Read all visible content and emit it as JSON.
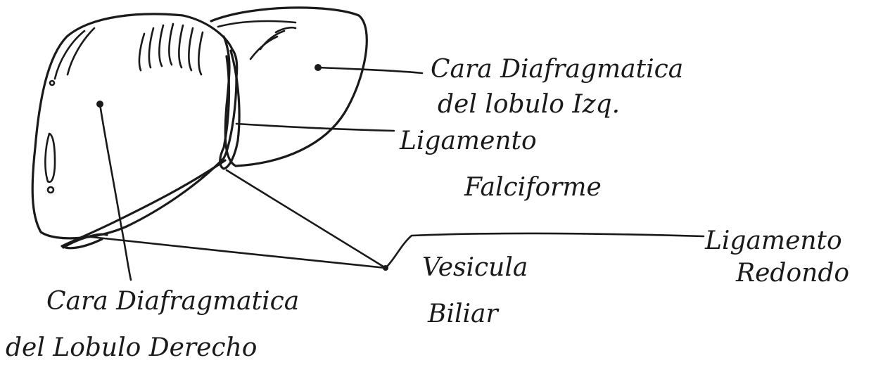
{
  "labels": {
    "left_lobe_diaphragmatic_face": {
      "line1": "Cara Diafragmatica",
      "line2": "del lobulo Izq."
    },
    "falciform_ligament": {
      "line1": "Ligamento",
      "line2": "Falciforme"
    },
    "right_lobe_diaphragmatic_face": {
      "line1": "Cara Diafragmatica",
      "line2": "del Lobulo Derecho"
    },
    "gallbladder": {
      "line1": "Vesicula",
      "line2": "Biliar"
    },
    "round_ligament": {
      "line1": "Ligamento",
      "line2": "Redondo"
    }
  },
  "colors": {
    "ink": "#1a1a1a",
    "paper": "#ffffff"
  }
}
